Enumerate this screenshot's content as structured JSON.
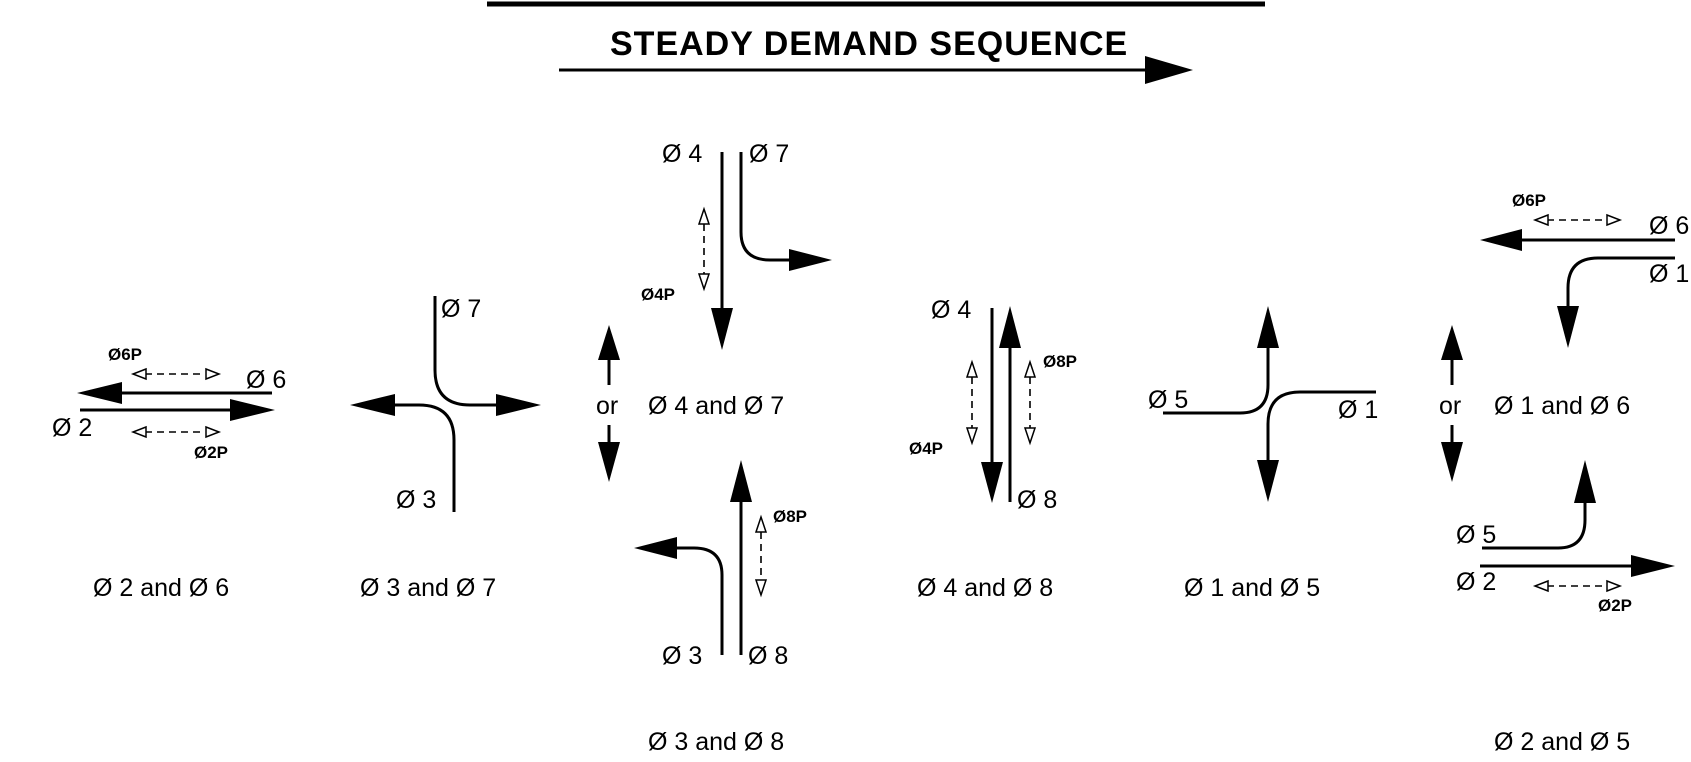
{
  "title": "STEADY DEMAND SEQUENCE",
  "phase_symbol": "Ø",
  "or_label": "or",
  "diagrams": {
    "d26": {
      "caption": "Ø 2  and Ø 6",
      "p6": "Ø6P",
      "l6": "Ø 6",
      "l2": "Ø 2",
      "p2": "Ø2P"
    },
    "d37": {
      "caption": "Ø 3  and Ø 7",
      "l7": "Ø 7",
      "l3": "Ø 3"
    },
    "d47": {
      "caption": "Ø 4  and Ø 7",
      "l4": "Ø 4",
      "l7": "Ø 7",
      "p4": "Ø4P"
    },
    "d38": {
      "caption": "Ø 3  and Ø 8",
      "l3": "Ø 3",
      "l8": "Ø 8",
      "p8": "Ø8P"
    },
    "d48": {
      "caption": "Ø 4  and Ø 8",
      "l4": "Ø 4",
      "l8": "Ø 8",
      "p4": "Ø4P",
      "p8": "Ø8P"
    },
    "d15": {
      "caption": "Ø 1 and Ø 5",
      "l5": "Ø 5",
      "l1": "Ø 1"
    },
    "d16": {
      "caption": "Ø 1  and Ø 6",
      "p6": "Ø6P",
      "l6": "Ø 6",
      "l1": "Ø 1"
    },
    "d25": {
      "caption": "Ø 2  and Ø 5",
      "l5": "Ø 5",
      "l2": "Ø 2",
      "p2": "Ø2P"
    }
  }
}
